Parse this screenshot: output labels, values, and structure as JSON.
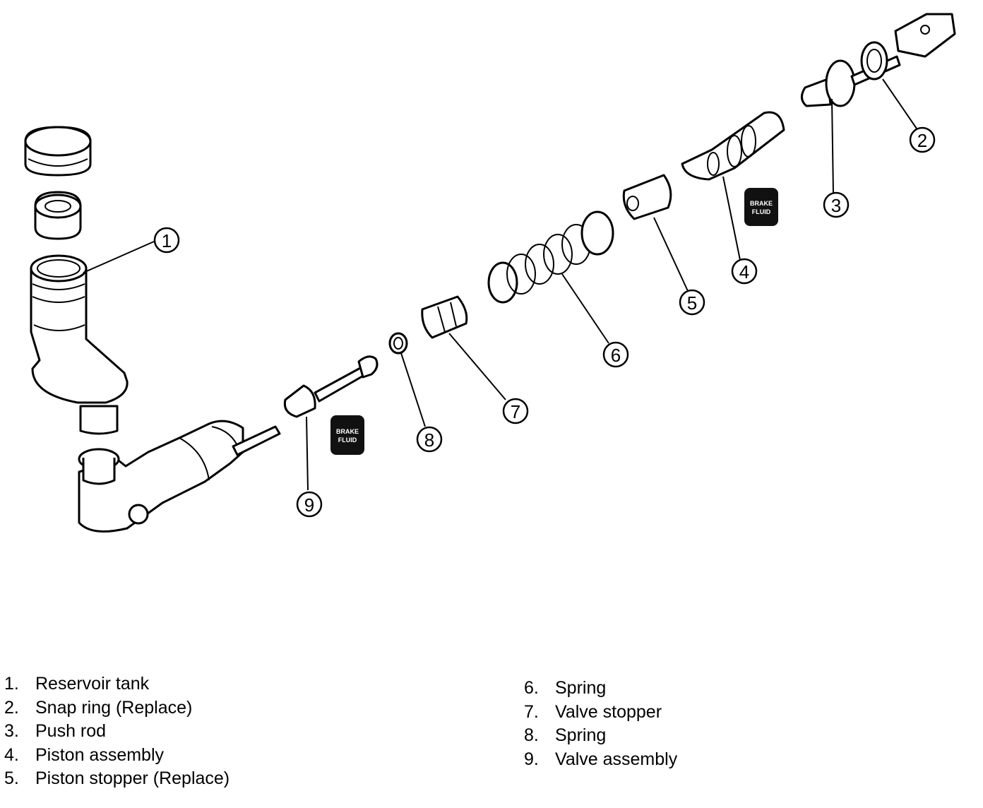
{
  "callouts": [
    "1",
    "2",
    "3",
    "4",
    "5",
    "6",
    "7",
    "8",
    "9"
  ],
  "fluid_label": {
    "line1": "BRAKE",
    "line2": "FLUID"
  },
  "legend": {
    "left": [
      {
        "num": "1.",
        "label": "Reservoir tank"
      },
      {
        "num": "2.",
        "label": "Snap ring (Replace)"
      },
      {
        "num": "3.",
        "label": "Push rod"
      },
      {
        "num": "4.",
        "label": "Piston assembly"
      },
      {
        "num": "5.",
        "label": "Piston stopper (Replace)"
      }
    ],
    "right": [
      {
        "num": "6.",
        "label": "Spring"
      },
      {
        "num": "7.",
        "label": "Valve stopper"
      },
      {
        "num": "8.",
        "label": "Spring"
      },
      {
        "num": "9.",
        "label": "Valve assembly"
      }
    ]
  }
}
